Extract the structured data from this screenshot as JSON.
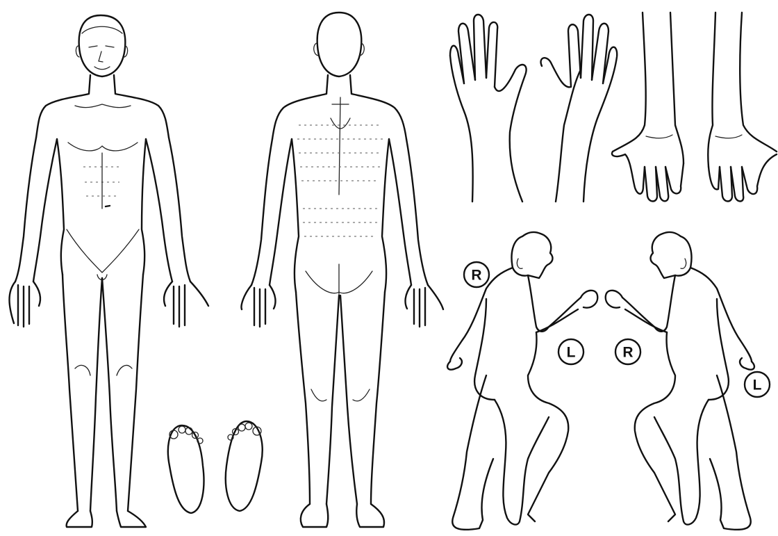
{
  "markers": {
    "left_figure_right": "R",
    "left_figure_left": "L",
    "right_figure_right": "R",
    "right_figure_left": "L"
  },
  "ink_color": "#111111",
  "background_color": "#ffffff"
}
